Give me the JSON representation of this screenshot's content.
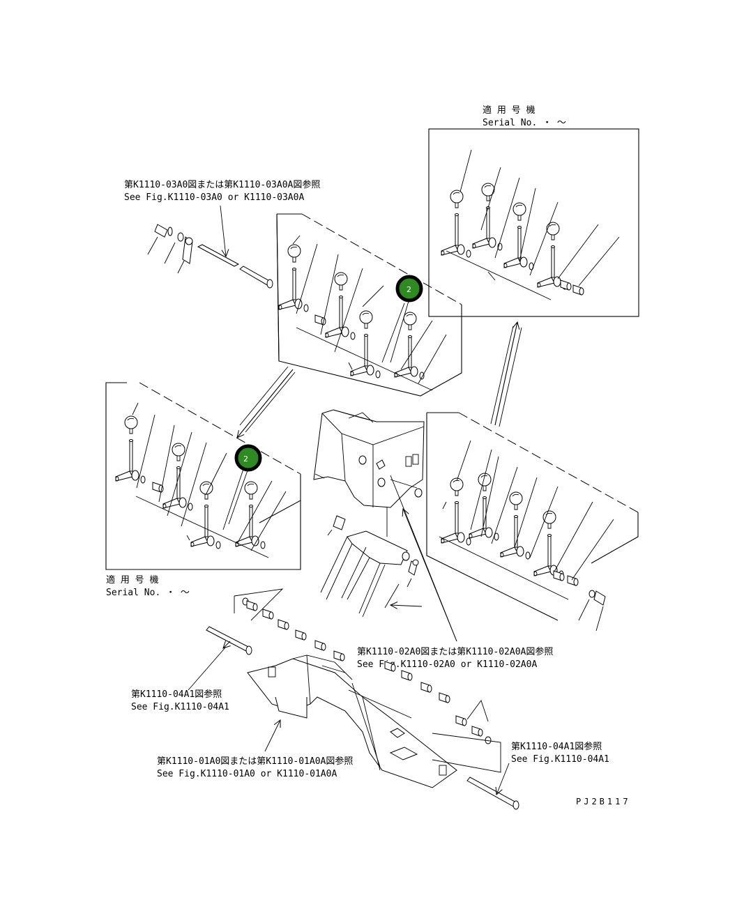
{
  "drawing_code": "PJ2B117",
  "serial_note": {
    "jp": "適 用 号 機",
    "en": "Serial No.  ・  ～"
  },
  "references": {
    "top_left": {
      "jp": "第K1110-03A0図または第K1110-03A0A図参照",
      "en": "See Fig.K1110-03A0 or K1110-03A0A"
    },
    "middle_right": {
      "jp": "第K1110-02A0図または第K1110-02A0A図参照",
      "en": "See Fig.K1110-02A0 or K1110-02A0A"
    },
    "lower_left": {
      "jp": "第K1110-04A1図参照",
      "en": "See Fig.K1110-04A1"
    },
    "lower_right": {
      "jp": "第K1110-04A1図参照",
      "en": "See Fig.K1110-04A1"
    },
    "bottom": {
      "jp": "第K1110-01A0図または第K1110-01A0A図参照",
      "en": "See Fig.K1110-01A0 or K1110-01A0A"
    }
  },
  "callouts": [
    {
      "label": "2"
    },
    {
      "label": "2"
    }
  ],
  "colors": {
    "callout_fill": "#2e8b22",
    "callout_ring": "#000000",
    "line": "#000000"
  }
}
